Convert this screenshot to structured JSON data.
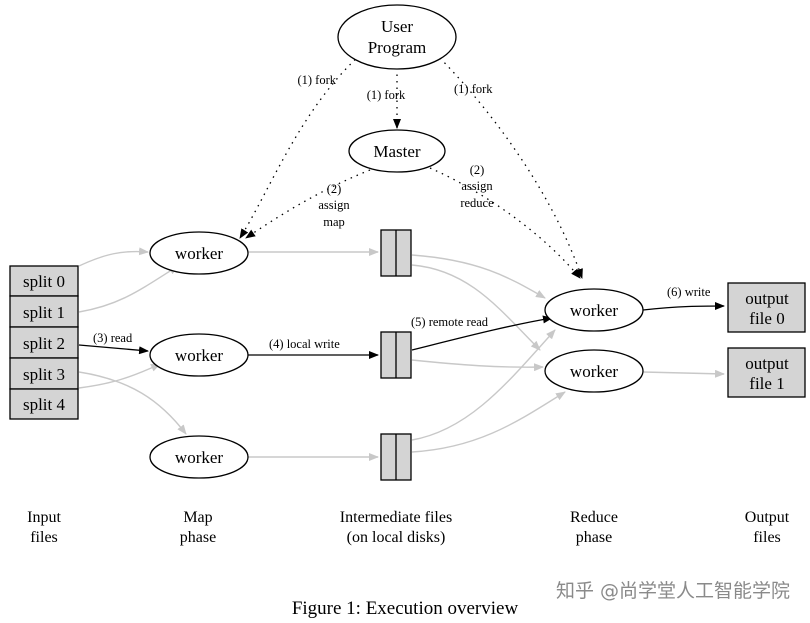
{
  "nodes": {
    "user_program": [
      "User",
      "Program"
    ],
    "master": "Master",
    "worker": "worker"
  },
  "splits": [
    "split 0",
    "split 1",
    "split 2",
    "split 3",
    "split 4"
  ],
  "outputs": [
    [
      "output",
      "file 0"
    ],
    [
      "output",
      "file 1"
    ]
  ],
  "edge_labels": {
    "fork": "(1) fork",
    "assign_map": [
      "(2)",
      "assign",
      "map"
    ],
    "assign_reduce": [
      "(2)",
      "assign",
      "reduce"
    ],
    "read": "(3) read",
    "local_write": "(4) local write",
    "remote_read": "(5) remote read",
    "write": "(6) write"
  },
  "columns": [
    [
      "Input",
      "files"
    ],
    [
      "Map",
      "phase"
    ],
    [
      "Intermediate files",
      "(on local disks)"
    ],
    [
      "Reduce",
      "phase"
    ],
    [
      "Output",
      "files"
    ]
  ],
  "caption": "Figure 1: Execution overview",
  "watermark": "知乎 @尚学堂人工智能学院",
  "colors": {
    "box_fill": "#d4d4d4",
    "gray_line": "#c8c8c8",
    "ink": "#000000"
  }
}
